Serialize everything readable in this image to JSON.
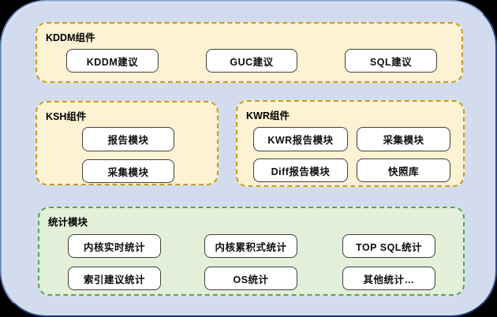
{
  "sections": [
    {
      "id": "kddm",
      "label": "KDDM组件",
      "items": [
        "KDDM建议",
        "GUC建议",
        "SQL建议"
      ]
    },
    {
      "id": "ksh",
      "label": "KSH组件",
      "items": [
        "报告模块",
        "采集模块"
      ]
    },
    {
      "id": "kwr",
      "label": "KWR组件",
      "items": [
        "KWR报告模块",
        "采集模块",
        "Diff报告模块",
        "快照库"
      ]
    },
    {
      "id": "stats",
      "label": "统计模块",
      "items": [
        "内核实时统计",
        "内核累积式统计",
        "TOP SQL统计",
        "索引建议统计",
        "OS统计",
        "其他统计…"
      ]
    }
  ],
  "colors": {
    "background": "#000000",
    "panel_fill": "#d3dcef",
    "panel_border_light": "#8fa9d9",
    "panel_border_dark": "#1d3a6b",
    "yellow_fill": "#fdf2d2",
    "yellow_border": "#c69c22",
    "green_fill": "#e3efd9",
    "green_border": "#5ba051",
    "node_fill": "#ffffff",
    "node_border": "#3f3f3f",
    "text": "#0d0d0d"
  }
}
